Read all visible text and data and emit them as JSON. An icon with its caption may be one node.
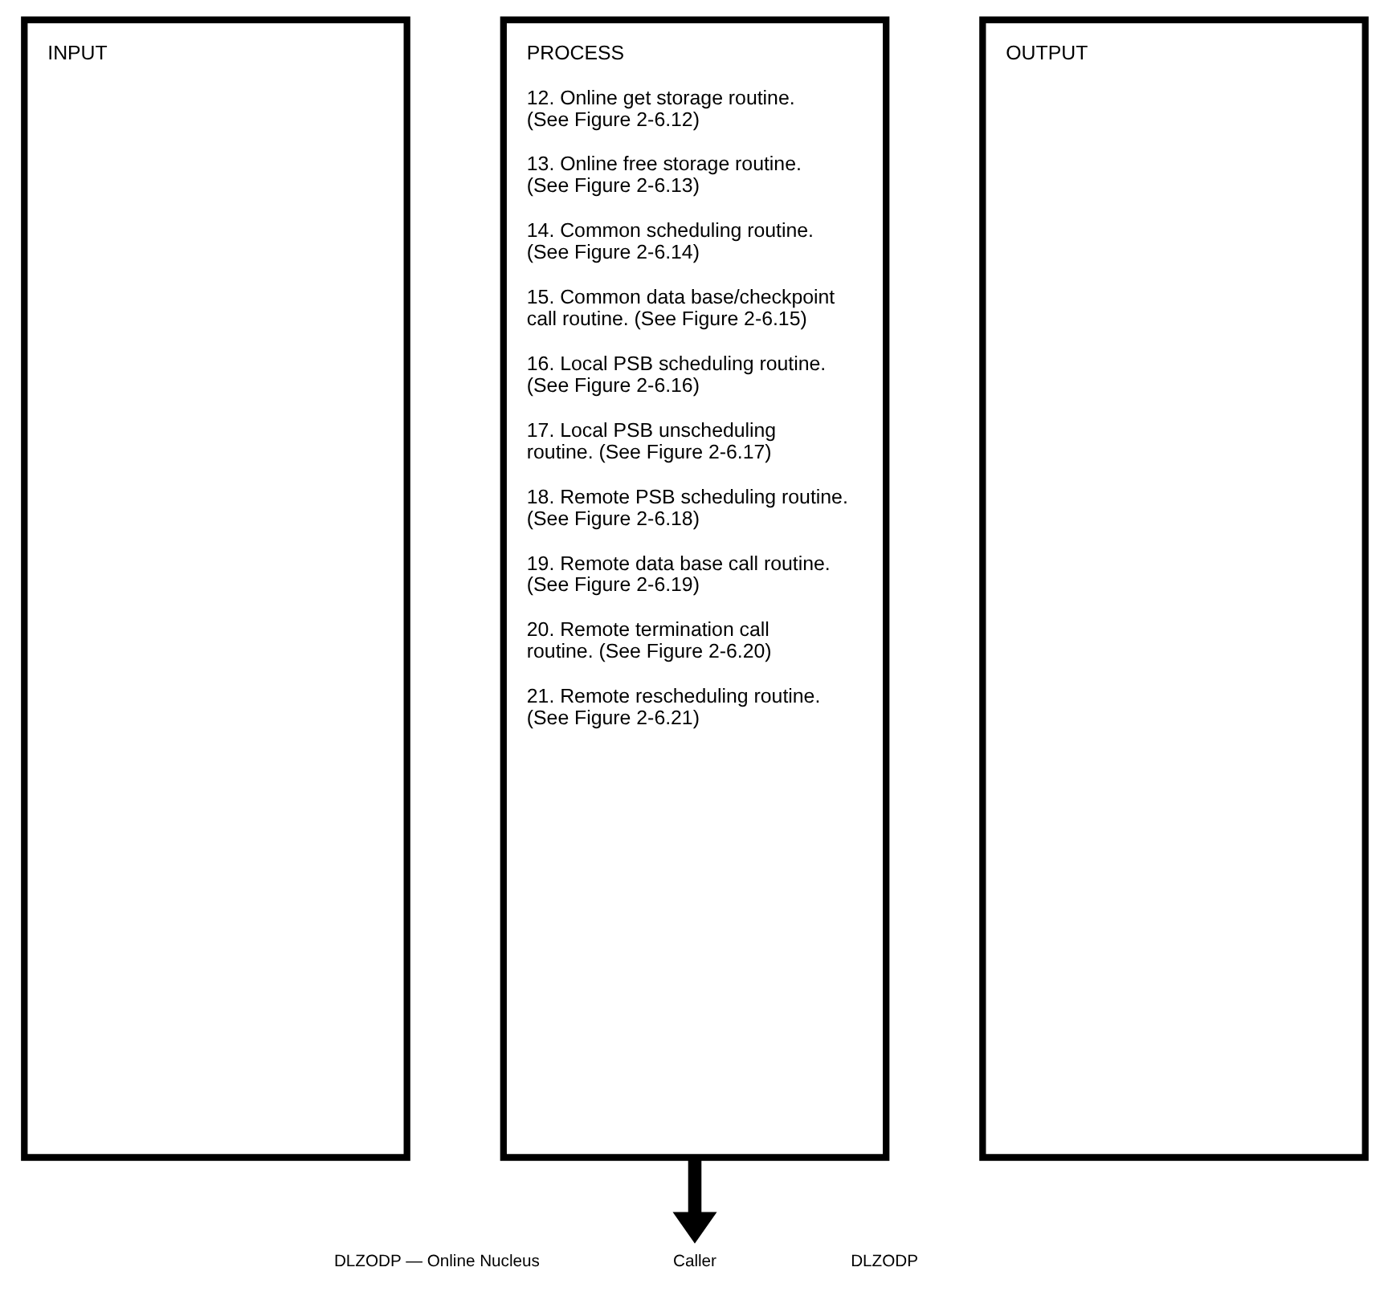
{
  "diagram": {
    "nodes": [
      {
        "text": [
          "INPUT"
        ]
      },
      {
        "text": [
          "PROCESS",
          "12. Online get storage routine. (See Figure 2-6.12)",
          "13. Online free storage routine. (See Figure 2-6.13)",
          "14. Common scheduling routine. (See Figure 2-6.14)",
          "15. Common data base/checkpoint call routine. (See Figure 2-6.15)",
          "16. Local PSB scheduling routine. (See Figure 2-6.16)",
          "17. Local PSB unscheduling routine. (See Figure 2-6.17)",
          "18. Remote PSB scheduling routine. (See Figure 2-6.18)",
          "19. Remote data base call routine. (See Figure 2-6.19)",
          "20. Remote termination call routine. (See Figure 2-6.20)",
          "21. Remote rescheduling routine. (See Figure 2-6.21)"
        ]
      },
      {
        "text": [
          "OUTPUT"
        ]
      },
      {
        "text": [
          "Caller"
        ]
      }
    ],
    "edges": [
      {
        "from": 1,
        "to": 3,
        "arrow": "to"
      }
    ],
    "labels": [
      "DLZODP — Online Nucleus",
      "DLZODP"
    ]
  }
}
